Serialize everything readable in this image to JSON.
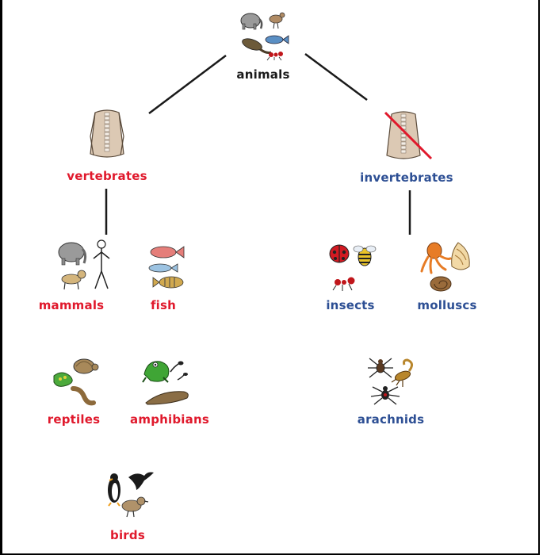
{
  "colors": {
    "vertebrate": "#e0192c",
    "invertebrate": "#2d4f94",
    "root": "#1a1a1a",
    "line": "#1a1a1a"
  },
  "root": {
    "label": "animals",
    "icon": "animals-collage-icon"
  },
  "vertebrates": {
    "label": "vertebrates",
    "icon": "spine-back-icon",
    "children": [
      {
        "label": "mammals",
        "icon": "mammals-icon"
      },
      {
        "label": "fish",
        "icon": "fish-icon"
      },
      {
        "label": "reptiles",
        "icon": "reptiles-icon"
      },
      {
        "label": "amphibians",
        "icon": "amphibians-icon"
      },
      {
        "label": "birds",
        "icon": "birds-icon"
      }
    ]
  },
  "invertebrates": {
    "label": "invertebrates",
    "icon": "crossed-spine-back-icon",
    "children": [
      {
        "label": "insects",
        "icon": "insects-icon"
      },
      {
        "label": "molluscs",
        "icon": "molluscs-icon"
      },
      {
        "label": "arachnids",
        "icon": "arachnids-icon"
      }
    ]
  }
}
